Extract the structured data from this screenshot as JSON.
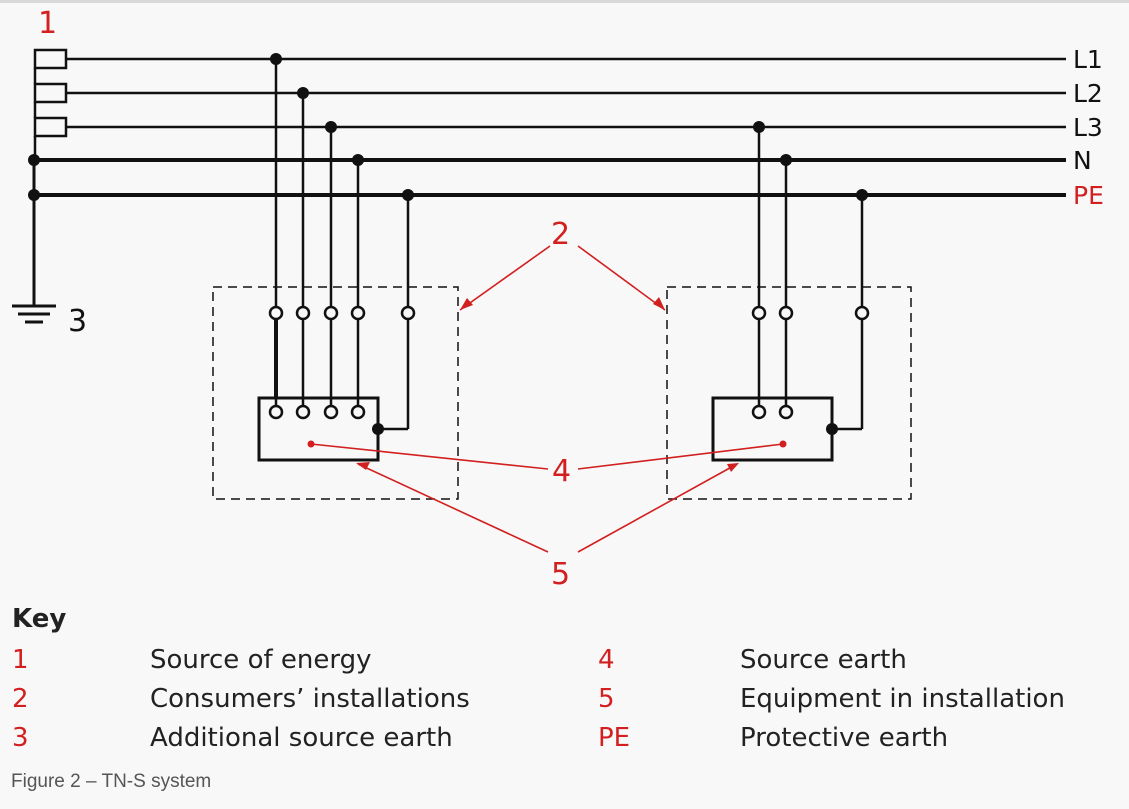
{
  "diagram": {
    "callouts": {
      "source_of_energy": "1",
      "consumers_installations": "2",
      "additional_source_earth": "3",
      "source_earth": "4",
      "equipment": "5"
    },
    "conductors": {
      "l1": "L1",
      "l2": "L2",
      "l3": "L3",
      "n": "N",
      "pe": "PE"
    }
  },
  "key": {
    "title": "Key",
    "items": [
      {
        "number": "1",
        "label": "Source of energy"
      },
      {
        "number": "2",
        "label": "Consumers’ installations"
      },
      {
        "number": "3",
        "label": "Additional source earth"
      },
      {
        "number": "4",
        "label": "Source earth"
      },
      {
        "number": "5",
        "label": "Equipment in installation"
      },
      {
        "number": "PE",
        "label": "Protective earth"
      }
    ]
  },
  "caption": "Figure 2 – TN-S system",
  "colors": {
    "line": "#111111",
    "accent": "#d21f1f",
    "background": "#f8f8f8"
  }
}
